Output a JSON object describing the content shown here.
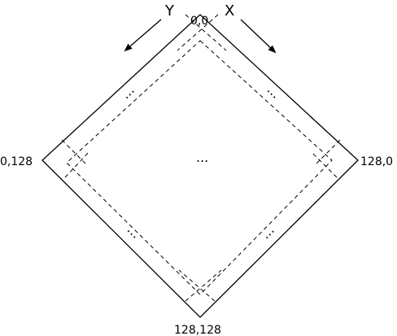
{
  "axes": {
    "y_label": "Y",
    "x_label": "X"
  },
  "corners": {
    "top": "0,0",
    "left": "0,128",
    "right": "128,0",
    "bottom": "128,128"
  },
  "ellipsis": {
    "center": "...",
    "upper_left": "...",
    "upper_right": "...",
    "lower_left": "...",
    "lower_right": "..."
  },
  "colors": {
    "stroke": "#000000",
    "background": "#ffffff"
  }
}
